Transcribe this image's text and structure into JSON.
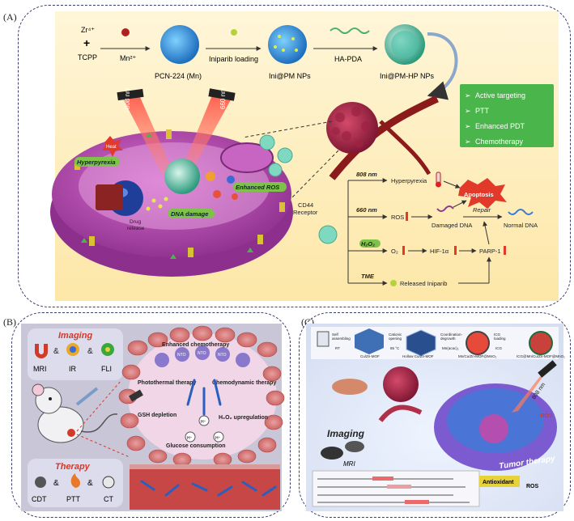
{
  "panels": {
    "a": {
      "label": "(A)",
      "synthesis": {
        "reagent1": "Zr⁴⁺",
        "plus": "+",
        "reagent2": "TCPP",
        "mn": "Mn²⁺",
        "step1": "Iniparib loading",
        "step2": "HA-PDA",
        "np1": "PCN-224 (Mn)",
        "np2": "Ini@PM NPs",
        "np3": "Ini@PM-HP NPs"
      },
      "features": [
        "Active targeting",
        "PTT",
        "Enhanced PDT",
        "Chemotherapy"
      ],
      "cell": {
        "laser1": "808 nm",
        "laser2": "660 nm",
        "heat": "Heat",
        "hyper": "Hyperpyrexia",
        "ros": "Enhanced ROS",
        "dna": "DNA damage",
        "drug": "Drug\nrelease",
        "cd44": "CD44\nReceptor"
      },
      "mechanism": {
        "r808": "808 nm",
        "hyper": "Hyperpyrexia",
        "apoptosis": "Apoptosis",
        "r660": "660 nm",
        "ros": "ROS",
        "damaged": "Damaged DNA",
        "repair": "Repair",
        "normal": "Normal DNA",
        "h2o2": "H₂O₂",
        "o2": "O₂",
        "hif": "HIF-1α",
        "parp": "PARP-1",
        "tme": "TME",
        "released": "Released Iniparib"
      }
    },
    "b": {
      "label": "(B)",
      "imaging_title": "Imaging",
      "imaging": [
        "MRI",
        "IR",
        "FLI"
      ],
      "therapy_title": "Therapy",
      "therapy": [
        "CDT",
        "PTT",
        "CT"
      ],
      "amp": "&",
      "labels": {
        "enhanced": "Enhanced chemotherapy",
        "photo": "Photothermal therapy",
        "chemo": "Chemodynamic therapy",
        "gsh": "GSH depletion",
        "h2o2": "H₂O₂ upregulation",
        "glucose": "Glucose consumption",
        "nto": "NTO",
        "h": "H⁺"
      }
    },
    "c": {
      "label": "(C)",
      "steps": [
        "Self\nassembling",
        "Cationic\nopening",
        "Coordination-\ndegrowth",
        "ICG\nloading"
      ],
      "step_conditions": [
        "RT",
        "85 °C",
        "Mn(acac)₂",
        "ICG"
      ],
      "products": [
        "Cu/Zn-MOF",
        "Hollow Cu/Zn-MOF",
        "Mn/Cu/Zn-MOF@MnO₂",
        "ICG@Mn/Cu/Zn-MOF@MnO₂"
      ],
      "imaging": "Imaging",
      "mri": "MRI",
      "laser": "808 nm",
      "tumor": "Tumor therapy",
      "ros": "↑ROS",
      "antioxidant": "Antioxidant",
      "ros2": "ROS"
    }
  },
  "colors": {
    "panel_border": "#3a3f6e",
    "cell_purple": "#b44fb0",
    "feature_green": "#3aa83a",
    "laser_red": "#e23a2a",
    "bg_yellow": "#fdf1c9"
  }
}
